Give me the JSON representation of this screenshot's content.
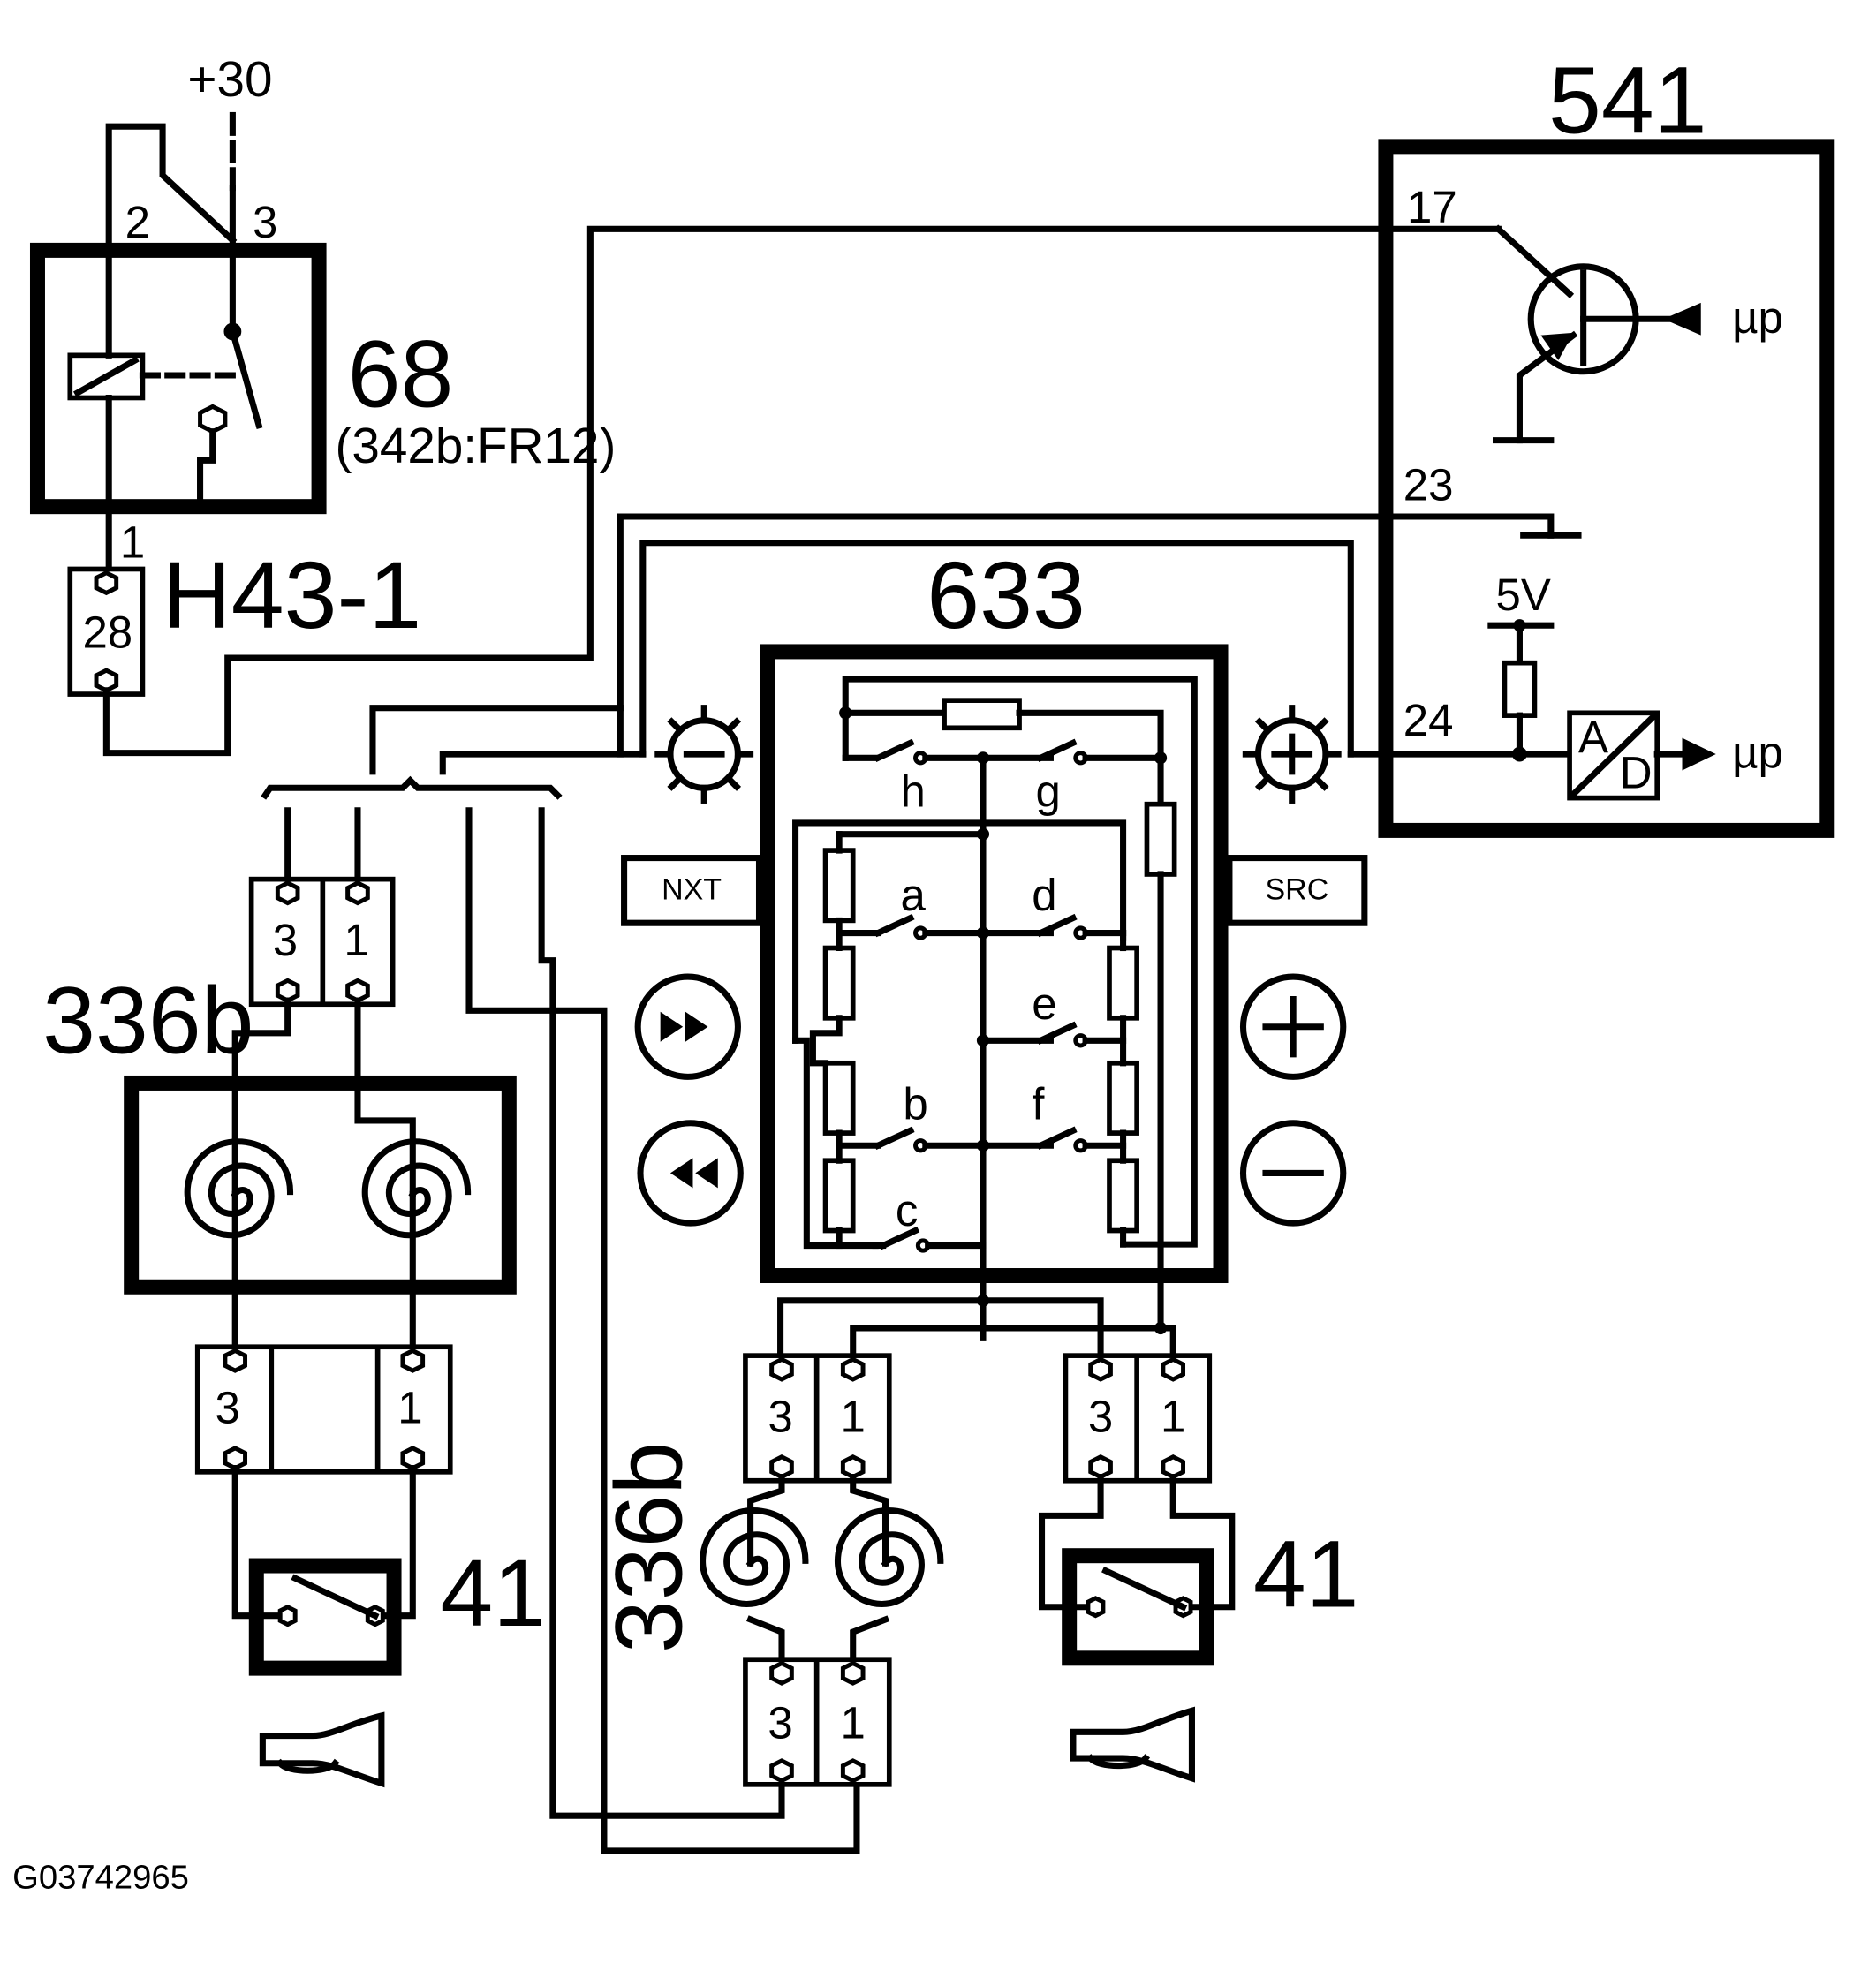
{
  "components": {
    "relay": {
      "number": "68",
      "ref": "(342b:FR12)",
      "supply": "+30",
      "pins": [
        "2",
        "3",
        "1"
      ]
    },
    "fuse": {
      "name": "H43-1",
      "number": "28"
    },
    "module": {
      "number": "541",
      "pins": [
        "17",
        "23",
        "24"
      ],
      "supply": "5V",
      "adc": {
        "in": "A",
        "out": "D"
      },
      "up_label_1": "µp",
      "up_label_2": "µp"
    },
    "switch_pad": {
      "number": "633",
      "switches": [
        "h",
        "g",
        "a",
        "d",
        "e",
        "b",
        "f",
        "c"
      ],
      "buttons": {
        "nxt": "NXT",
        "src": "SRC"
      }
    },
    "clock_spring_1": {
      "label": "336b",
      "pins": [
        "3",
        "1"
      ]
    },
    "clock_spring_2": {
      "label": "336b",
      "pins": [
        "3",
        "1"
      ]
    },
    "horn_connector_left": {
      "pins": [
        "3",
        "1"
      ]
    },
    "horn_connector_mid": {
      "pins": [
        "3",
        "1"
      ]
    },
    "horn_connector_right": {
      "pins": [
        "3",
        "1"
      ]
    },
    "horn_connector_bottom": {
      "pins": [
        "3",
        "1"
      ]
    },
    "horn_left": {
      "number": "41"
    },
    "horn_right": {
      "number": "41"
    }
  },
  "footer": {
    "code": "G03742965"
  }
}
